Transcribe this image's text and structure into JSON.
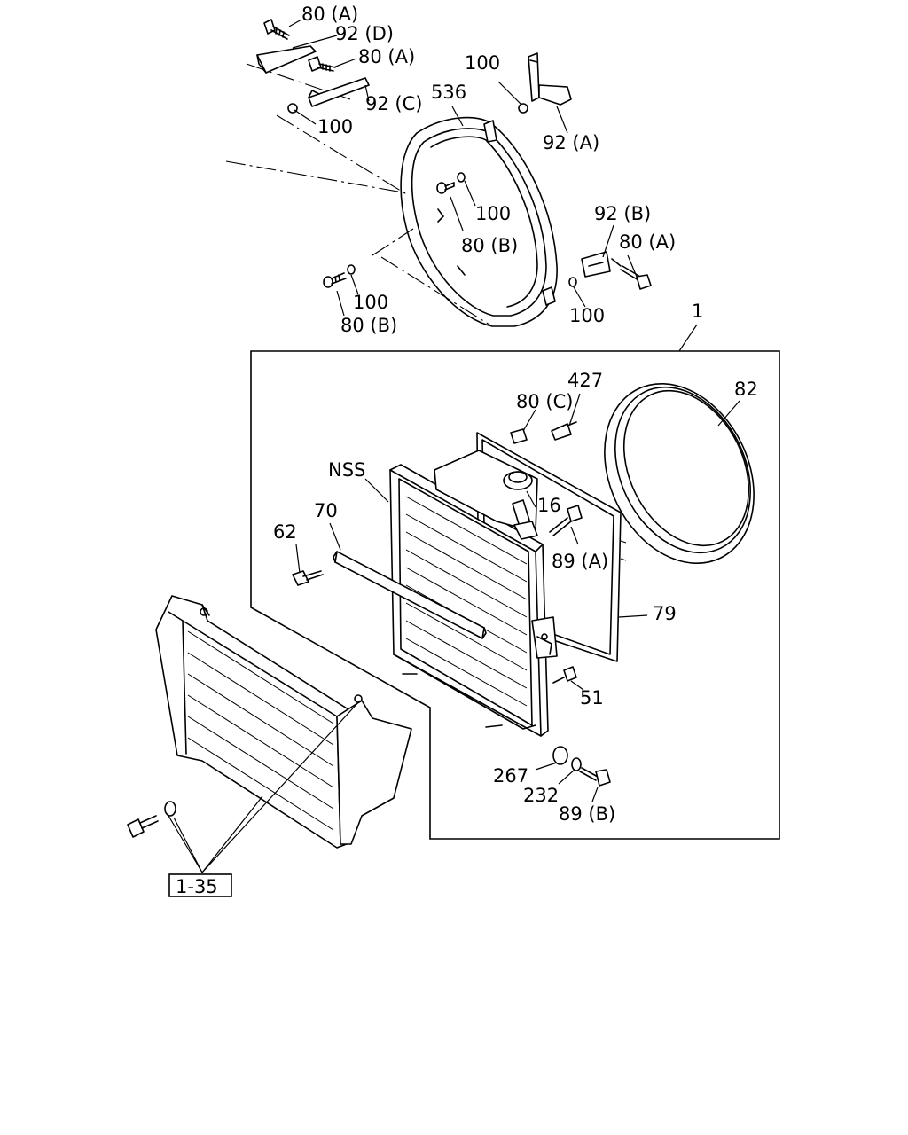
{
  "labels": {
    "l80A_top": "80 (A)",
    "l92D": "92 (D)",
    "l80A_mid": "80 (A)",
    "l92C": "92 (C)",
    "l100_a": "100",
    "l100_b": "100",
    "l536": "536",
    "l92A": "92 (A)",
    "l100_c": "100",
    "l80B_a": "80 (B)",
    "l92B": "92 (B)",
    "l80A_right": "80 (A)",
    "l100_d": "100",
    "l80B_b": "80 (B)",
    "l100_e": "100",
    "l1": "1",
    "l427": "427",
    "l80C": "80 (C)",
    "l82": "82",
    "lNSS": "NSS",
    "l70": "70",
    "l16": "16",
    "l62": "62",
    "l89A": "89 (A)",
    "l79": "79",
    "l51": "51",
    "l267": "267",
    "l232": "232",
    "l89B": "89 (B)",
    "ref": "1-35"
  }
}
